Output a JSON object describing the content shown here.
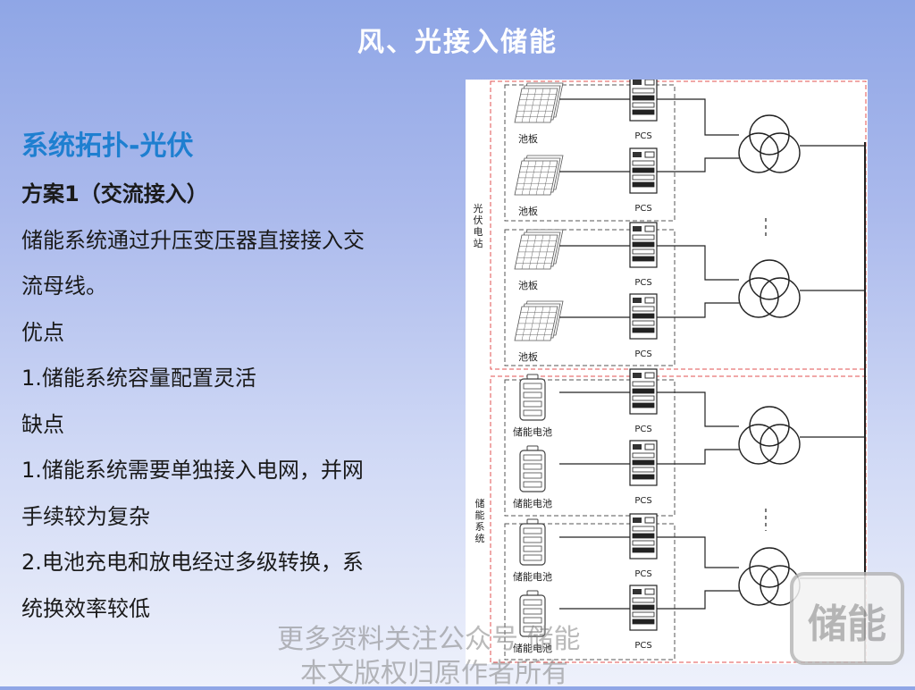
{
  "header": {
    "title": "风、光接入储能"
  },
  "section": {
    "title": "系统拓扑-光伏"
  },
  "content": {
    "lines": [
      "方案1（交流接入）",
      "储能系统通过升压变压器直接接入交",
      "流母线。",
      "优点",
      "1.储能系统容量配置灵活",
      "缺点",
      "1.储能系统需要单独接入电网，并网",
      "手续较为复杂",
      "2.电池充电和放电经过多级转换，系",
      "统换效率较低"
    ]
  },
  "diagram": {
    "pv_station_label": "光伏电站",
    "storage_system_label": "储能系统",
    "solar_panel_label": "池板",
    "battery_label": "储能电池",
    "pcs_label": "PCS",
    "colors": {
      "boundary": "#e05050",
      "dashed": "#555555",
      "line": "#222222"
    }
  },
  "watermark": {
    "line1": "更多资料关注公众号 储能",
    "line2": "本文版权归原作者所有"
  },
  "badge": {
    "text": "储能"
  }
}
